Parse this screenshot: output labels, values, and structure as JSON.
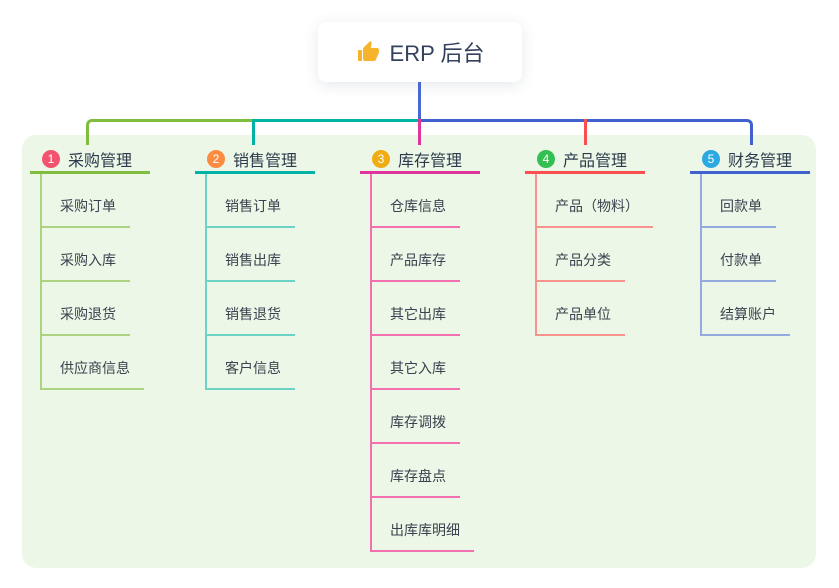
{
  "root": {
    "label": "ERP 后台",
    "icon": "thumbs-up",
    "line_color": "#4a67d8"
  },
  "panel_color": "#edf7e7",
  "branches": [
    {
      "index": "1",
      "label": "采购管理",
      "badge_color": "#f2536f",
      "line_color": "#7fbd3f",
      "light_color": "#abd382",
      "children": [
        "采购订单",
        "采购入库",
        "采购退货",
        "供应商信息"
      ]
    },
    {
      "index": "2",
      "label": "销售管理",
      "badge_color": "#fb8c41",
      "line_color": "#00b3a6",
      "light_color": "#6fd2c7",
      "children": [
        "销售订单",
        "销售出库",
        "销售退货",
        "客户信息"
      ]
    },
    {
      "index": "3",
      "label": "库存管理",
      "badge_color": "#f0ad13",
      "line_color": "#e0359c",
      "light_color": "#f26fb0",
      "children": [
        "仓库信息",
        "产品库存",
        "其它出库",
        "其它入库",
        "库存调拨",
        "库存盘点",
        "出库库明细"
      ]
    },
    {
      "index": "4",
      "label": "产品管理",
      "badge_color": "#33bf52",
      "line_color": "#fb4e4e",
      "light_color": "#f7938c",
      "children": [
        "产品（物料）",
        "产品分类",
        "产品单位"
      ]
    },
    {
      "index": "5",
      "label": "财务管理",
      "badge_color": "#2ba9e0",
      "line_color": "#4161cf",
      "light_color": "#93abe0",
      "children": [
        "回款单",
        "付款单",
        "结算账户"
      ]
    }
  ]
}
